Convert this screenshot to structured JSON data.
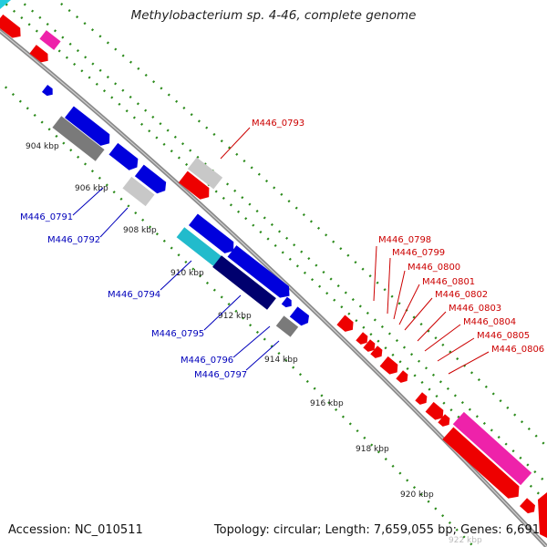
{
  "title": "Methylobacterium sp. 4-46, complete genome",
  "accession_label": "Accession: NC_010511",
  "topology_label": "Topology: circular; Length: 7,659,055 bp; Genes: 6,691",
  "faint_label": "922 kbp",
  "colors": {
    "backbone": "#8a8a8a",
    "tick": "#2a8a1a",
    "red": "#ee0000",
    "blue": "#0000dd",
    "navy": "#00006e",
    "cyan": "#22bbcc",
    "gray": "#7a7a7a",
    "lightgray": "#c8c8c8",
    "magenta": "#ee22aa",
    "red_label": "#cc0000",
    "blue_label": "#0000bb"
  },
  "ruler": [
    "904 kbp",
    "906 kbp",
    "908 kbp",
    "910 kbp",
    "912 kbp",
    "914 kbp",
    "916 kbp",
    "918 kbp",
    "920 kbp"
  ],
  "genes_forward": [
    "M446_0793",
    "M446_0798",
    "M446_0799",
    "M446_0800",
    "M446_0801",
    "M446_0802",
    "M446_0803",
    "M446_0804",
    "M446_0805",
    "M446_0806"
  ],
  "genes_reverse": [
    "M446_0791",
    "M446_0792",
    "M446_0794",
    "M446_0795",
    "M446_0796",
    "M446_0797"
  ]
}
